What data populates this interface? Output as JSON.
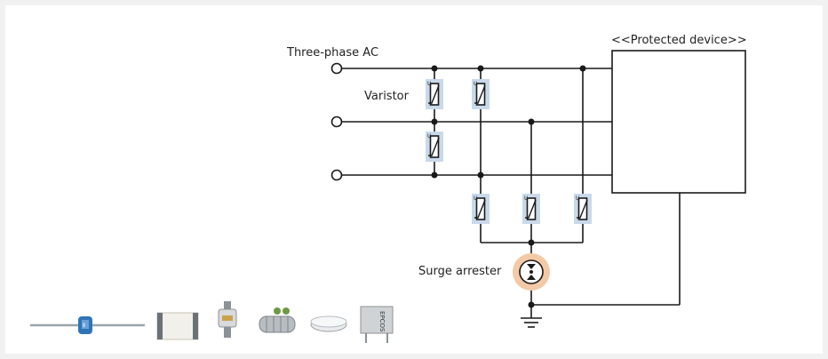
{
  "labels": {
    "three_phase": "Three-phase AC",
    "varistor": "Varistor",
    "surge_arrester": "Surge arrester",
    "protected_device": "<<Protected device>>",
    "varistor_mark": "U",
    "epcos_text": "EPCOS"
  },
  "colors": {
    "varistor_bg": "#c9d9ea",
    "arrester_bg": "#f4c9a6",
    "wire": "#1a1a1a"
  },
  "components_strip": [
    "axial-varistor-icon",
    "rectangular-component-icon",
    "gas-discharge-tube-icon",
    "threaded-arrester-icon",
    "disc-arrester-icon",
    "epcos-block-varistor-icon"
  ]
}
